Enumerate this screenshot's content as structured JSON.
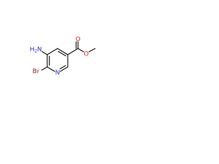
{
  "molecule": {
    "atoms": {
      "nh2": {
        "main": "H",
        "sub": "2",
        "tail": "N",
        "color": "#1f1fcf"
      },
      "br": {
        "text": "Br",
        "color": "#8b1a1a"
      },
      "n_ring": {
        "text": "N",
        "color": "#1f1fcf"
      },
      "o_carbonyl": {
        "text": "O",
        "color": "#d41c1c"
      },
      "o_ether": {
        "text": "O",
        "color": "#d41c1c"
      }
    }
  }
}
